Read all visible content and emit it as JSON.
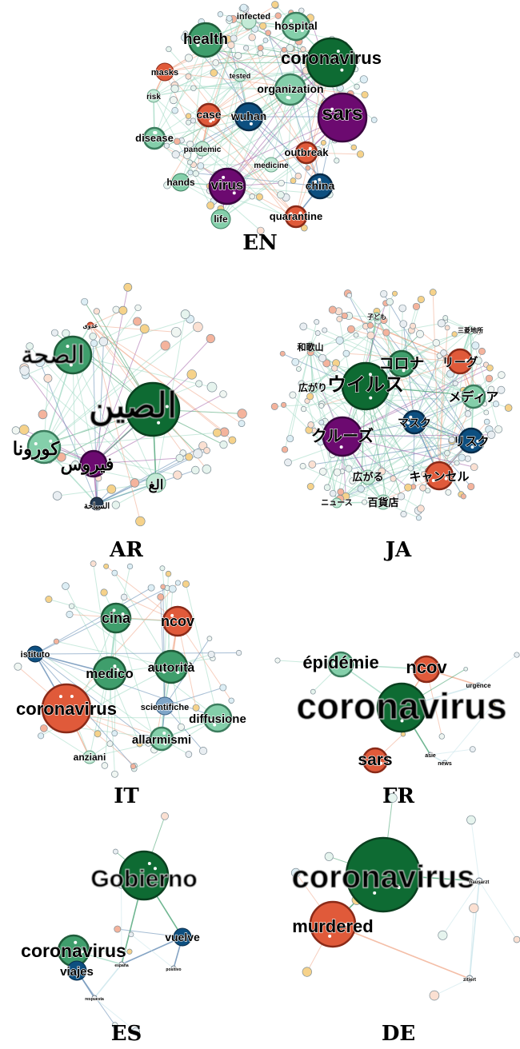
{
  "colors": {
    "dark_green": "#0e6b33",
    "mid_green": "#3f9e6c",
    "light_green": "#84cfaa",
    "pale_green": "#c3ead6",
    "red": "#e05a3a",
    "purple": "#6c0a70",
    "blue": "#0d4f80",
    "edge_light": "#9fd8c2",
    "edge_orange": "#f0a88a",
    "edge_purple": "#a260a8",
    "edge_blue": "#5c86b0"
  },
  "panels": [
    {
      "caption": "EN",
      "nodes": [
        {
          "label": "infected",
          "type": "pale"
        },
        {
          "label": "hospital",
          "type": "light"
        },
        {
          "label": "health",
          "type": "mid"
        },
        {
          "label": "coronavirus",
          "type": "dark"
        },
        {
          "label": "masks",
          "type": "red"
        },
        {
          "label": "tested",
          "type": "pale"
        },
        {
          "label": "organization",
          "type": "light"
        },
        {
          "label": "risk",
          "type": "pale"
        },
        {
          "label": "case",
          "type": "red"
        },
        {
          "label": "wuhan",
          "type": "blue"
        },
        {
          "label": "sars",
          "type": "purple"
        },
        {
          "label": "disease",
          "type": "light"
        },
        {
          "label": "pandemic",
          "type": "pale"
        },
        {
          "label": "outbreak",
          "type": "red"
        },
        {
          "label": "medicine",
          "type": "pale"
        },
        {
          "label": "hands",
          "type": "light"
        },
        {
          "label": "virus",
          "type": "purple"
        },
        {
          "label": "china",
          "type": "blue"
        },
        {
          "label": "life",
          "type": "light"
        },
        {
          "label": "quarantine",
          "type": "red"
        }
      ]
    },
    {
      "caption": "AR",
      "nodes": [
        {
          "label": "الصحة",
          "type": "mid"
        },
        {
          "label": "الصين",
          "type": "dark"
        },
        {
          "label": "كورونا",
          "type": "light"
        },
        {
          "label": "فيروس",
          "type": "purple"
        },
        {
          "label": "الغ",
          "type": "pale"
        },
        {
          "label": "عدوى",
          "type": "red"
        },
        {
          "label": "السياحة",
          "type": "navy"
        }
      ]
    },
    {
      "caption": "JA",
      "nodes": [
        {
          "label": "子ども",
          "type": "pale"
        },
        {
          "label": "三菱地所",
          "type": "pale"
        },
        {
          "label": "和歌山",
          "type": "pale"
        },
        {
          "label": "コロナ",
          "type": "mid"
        },
        {
          "label": "リーグ",
          "type": "red"
        },
        {
          "label": "広がり",
          "type": "pale"
        },
        {
          "label": "ウイルス",
          "type": "dark"
        },
        {
          "label": "メディア",
          "type": "light"
        },
        {
          "label": "マスク",
          "type": "blue"
        },
        {
          "label": "クルーズ",
          "type": "purple"
        },
        {
          "label": "リスク",
          "type": "blue"
        },
        {
          "label": "広がる",
          "type": "pale"
        },
        {
          "label": "キャンセル",
          "type": "red"
        },
        {
          "label": "ニュース",
          "type": "pale"
        },
        {
          "label": "百貨店",
          "type": "pale"
        }
      ]
    },
    {
      "caption": "IT",
      "nodes": [
        {
          "label": "cina",
          "type": "mid"
        },
        {
          "label": "ncov",
          "type": "red"
        },
        {
          "label": "istituto",
          "type": "blue"
        },
        {
          "label": "medico",
          "type": "mid"
        },
        {
          "label": "autorità",
          "type": "mid"
        },
        {
          "label": "coronavirus",
          "type": "red"
        },
        {
          "label": "scientifiche",
          "type": "steel"
        },
        {
          "label": "diffusione",
          "type": "light"
        },
        {
          "label": "allarmismi",
          "type": "light"
        },
        {
          "label": "anziani",
          "type": "pale"
        }
      ]
    },
    {
      "caption": "FR",
      "nodes": [
        {
          "label": "épidémie",
          "type": "light"
        },
        {
          "label": "ncov",
          "type": "red"
        },
        {
          "label": "urgence",
          "type": "white"
        },
        {
          "label": "coronavirus",
          "type": "dark"
        },
        {
          "label": "asie",
          "type": "white"
        },
        {
          "label": "sars",
          "type": "red"
        },
        {
          "label": "news",
          "type": "white"
        }
      ]
    },
    {
      "caption": "ES",
      "nodes": [
        {
          "label": "Gobierno",
          "type": "dark"
        },
        {
          "label": "coronavirus",
          "type": "mid"
        },
        {
          "label": "vuelve",
          "type": "blue"
        },
        {
          "label": "viajes",
          "type": "blue"
        },
        {
          "label": "españa",
          "type": "white"
        },
        {
          "label": "positivo",
          "type": "white"
        },
        {
          "label": "respuesta",
          "type": "white"
        }
      ]
    },
    {
      "caption": "DE",
      "nodes": [
        {
          "label": "coronavirus",
          "type": "dark"
        },
        {
          "label": "hausarzt",
          "type": "white"
        },
        {
          "label": "murdered",
          "type": "red"
        },
        {
          "label": "zitiert",
          "type": "white"
        }
      ]
    }
  ]
}
